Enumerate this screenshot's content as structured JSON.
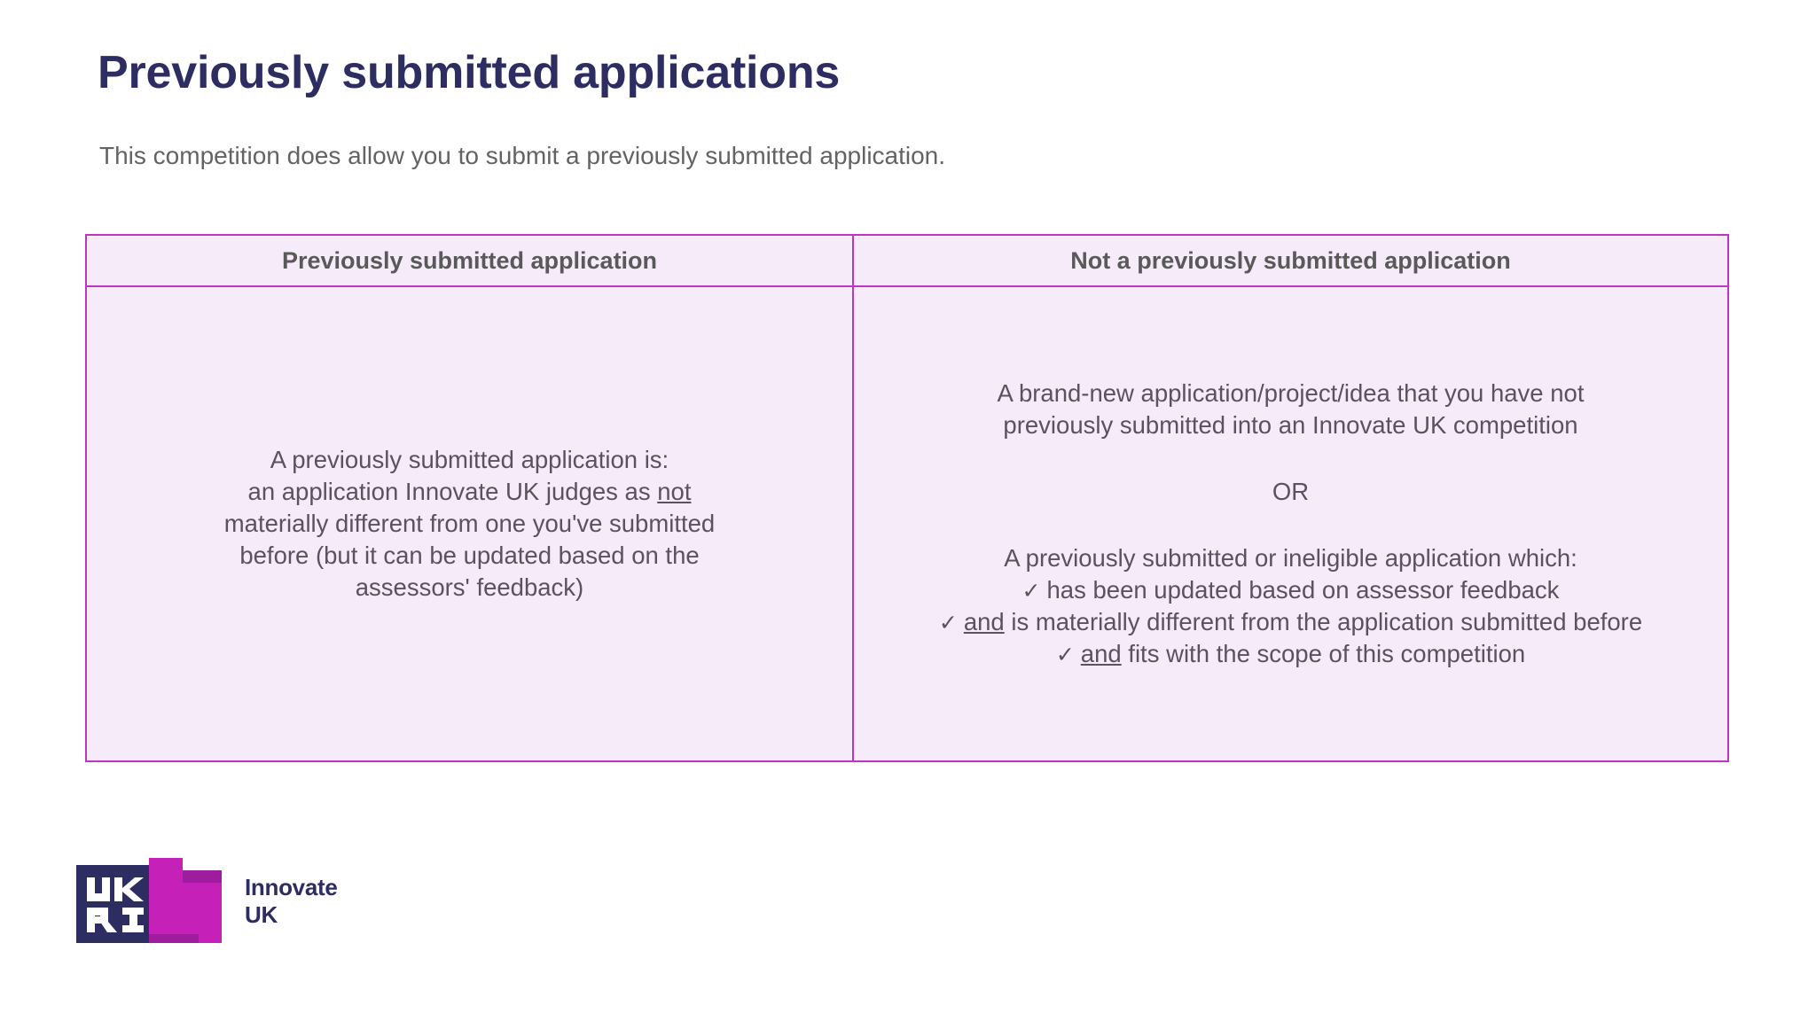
{
  "page": {
    "title": "Previously submitted applications",
    "subtitle": "This competition does allow you to submit a previously submitted application."
  },
  "table": {
    "headers": [
      "Previously submitted application",
      "Not a previously submitted application"
    ],
    "left_cell": {
      "lines": [
        "A previously submitted application is:",
        "an application Innovate UK judges as ",
        "materially different from one you've submitted",
        "before (but it can be updated based on the",
        "assessors' feedback)"
      ],
      "underlined_word": "not"
    },
    "right_cell": {
      "intro_lines": [
        "A brand-new application/project/idea that you have not",
        "previously submitted into an Innovate UK competition"
      ],
      "separator": "OR",
      "second_intro": "A previously submitted or ineligible application which:",
      "bullets": [
        {
          "check": "✓",
          "underlined": "",
          "text": "has been updated based on assessor feedback"
        },
        {
          "check": "✓",
          "underlined": "and",
          "text": " is materially different from the application submitted before"
        },
        {
          "check": "✓",
          "underlined": "and",
          "text": " fits with the scope of this competition"
        }
      ]
    }
  },
  "logo": {
    "mark_label": "UKRI",
    "name_line1": "Innovate",
    "name_line2": "UK"
  },
  "colors": {
    "title_navy": "#2e2d62",
    "subtitle_gray": "#636363",
    "table_border": "#bf35c0",
    "table_fill": "#f6ebf8",
    "body_text": "#5c5160",
    "header_text": "#595959",
    "logo_navy": "#2e2d62",
    "logo_magenta": "#c521b8",
    "logo_magenta_dark": "#9e1c9e"
  }
}
